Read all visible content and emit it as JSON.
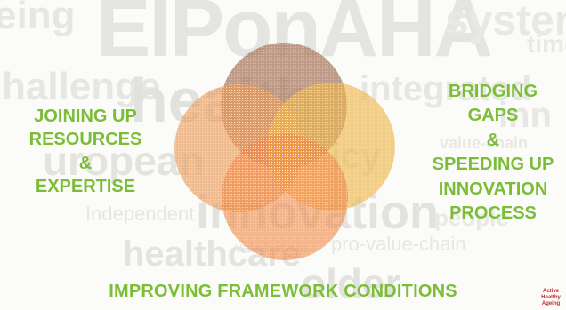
{
  "background_words": [
    "eing",
    "EIPonAHA",
    "systeme",
    "time",
    "hallenge",
    "health",
    "integrated",
    "inn",
    "uropean",
    "policy",
    "value-chain",
    "Independent",
    "innovation",
    "people",
    "healthcare",
    "value-chain",
    "pro-value-chain",
    "older"
  ],
  "circles": [
    {
      "name": "top",
      "color": "#a9775c"
    },
    {
      "name": "left",
      "color": "#eb9d5a"
    },
    {
      "name": "right",
      "color": "#efb64a"
    },
    {
      "name": "bottom",
      "color": "#f08b48"
    }
  ],
  "labels": {
    "left": [
      "JOINING UP",
      "RESOURCES",
      "&",
      "EXPERTISE"
    ],
    "right": [
      "BRIDGING",
      "GAPS",
      "&",
      "SPEEDING UP",
      "INNOVATION",
      "PROCESS"
    ],
    "bottom": "IMPROVING FRAMEWORK CONDITIONS"
  },
  "accent_color": "#7cbd38",
  "corner_logo": [
    "Active",
    "Healthy",
    "Ageing"
  ]
}
